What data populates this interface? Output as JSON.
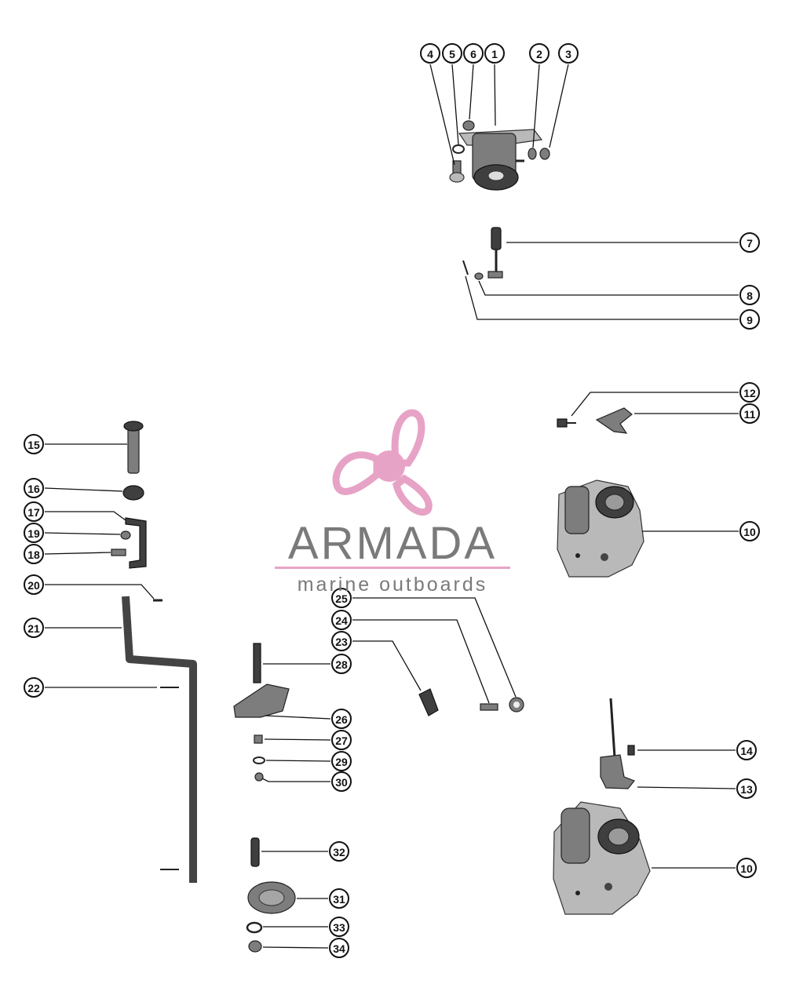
{
  "watermark": {
    "brand_name": "ARMADA",
    "tagline": "marine outboards",
    "logo_color": "#e7a3c6",
    "text_color": "#7a7a7a"
  },
  "callouts": [
    {
      "id": "c4",
      "label": "4"
    },
    {
      "id": "c5",
      "label": "5"
    },
    {
      "id": "c6",
      "label": "6"
    },
    {
      "id": "c1",
      "label": "1"
    },
    {
      "id": "c2",
      "label": "2"
    },
    {
      "id": "c3",
      "label": "3"
    },
    {
      "id": "c7",
      "label": "7"
    },
    {
      "id": "c8",
      "label": "8"
    },
    {
      "id": "c9",
      "label": "9"
    },
    {
      "id": "c12",
      "label": "12"
    },
    {
      "id": "c11",
      "label": "11"
    },
    {
      "id": "c10a",
      "label": "10"
    },
    {
      "id": "c15",
      "label": "15"
    },
    {
      "id": "c16",
      "label": "16"
    },
    {
      "id": "c17",
      "label": "17"
    },
    {
      "id": "c19",
      "label": "19"
    },
    {
      "id": "c18",
      "label": "18"
    },
    {
      "id": "c20",
      "label": "20"
    },
    {
      "id": "c21",
      "label": "21"
    },
    {
      "id": "c22",
      "label": "22"
    },
    {
      "id": "c25",
      "label": "25"
    },
    {
      "id": "c24",
      "label": "24"
    },
    {
      "id": "c23",
      "label": "23"
    },
    {
      "id": "c28",
      "label": "28"
    },
    {
      "id": "c26",
      "label": "26"
    },
    {
      "id": "c27",
      "label": "27"
    },
    {
      "id": "c29",
      "label": "29"
    },
    {
      "id": "c30",
      "label": "30"
    },
    {
      "id": "c32",
      "label": "32"
    },
    {
      "id": "c31",
      "label": "31"
    },
    {
      "id": "c33",
      "label": "33"
    },
    {
      "id": "c34",
      "label": "34"
    },
    {
      "id": "c14",
      "label": "14"
    },
    {
      "id": "c13",
      "label": "13"
    },
    {
      "id": "c10b",
      "label": "10"
    }
  ]
}
